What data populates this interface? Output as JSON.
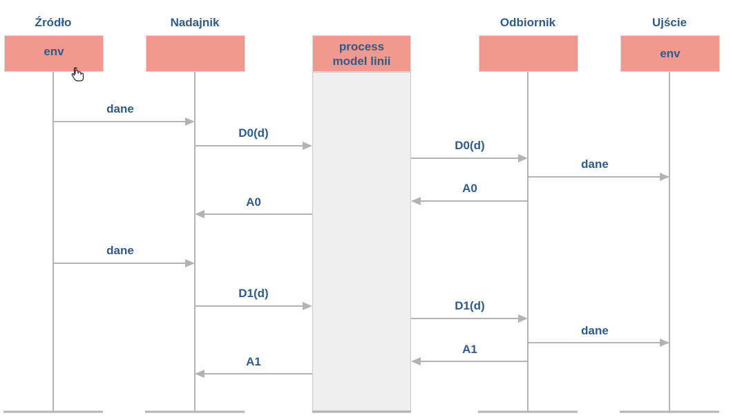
{
  "participants": [
    {
      "id": "zrodlo",
      "title": "Źródło",
      "box_label": "env"
    },
    {
      "id": "nadajnik",
      "title": "Nadajnik",
      "box_label": ""
    },
    {
      "id": "channel",
      "title": "",
      "box_label": "process\nmodel linii"
    },
    {
      "id": "odbiornik",
      "title": "Odbiornik",
      "box_label": ""
    },
    {
      "id": "ujscie",
      "title": "Ujście",
      "box_label": "env"
    }
  ],
  "messages": [
    {
      "from": "zrodlo",
      "to": "nadajnik",
      "label": "dane"
    },
    {
      "from": "nadajnik",
      "to": "channel",
      "label": "D0(d)"
    },
    {
      "from": "channel",
      "to": "odbiornik",
      "label": "D0(d)"
    },
    {
      "from": "odbiornik",
      "to": "ujscie",
      "label": "dane"
    },
    {
      "from": "odbiornik",
      "to": "channel",
      "label": "A0"
    },
    {
      "from": "channel",
      "to": "nadajnik",
      "label": "A0"
    },
    {
      "from": "zrodlo",
      "to": "nadajnik",
      "label": "dane"
    },
    {
      "from": "nadajnik",
      "to": "channel",
      "label": "D1(d)"
    },
    {
      "from": "channel",
      "to": "odbiornik",
      "label": "D1(d)"
    },
    {
      "from": "odbiornik",
      "to": "ujscie",
      "label": "dane"
    },
    {
      "from": "odbiornik",
      "to": "channel",
      "label": "A1"
    },
    {
      "from": "channel",
      "to": "nadajnik",
      "label": "A1"
    }
  ],
  "colors": {
    "box_fill": "#f2998f",
    "text": "#2e5a8c",
    "line": "#b3b3b3",
    "channel_fill": "#efefef"
  },
  "cursor_icon": "hand-pointer-icon"
}
